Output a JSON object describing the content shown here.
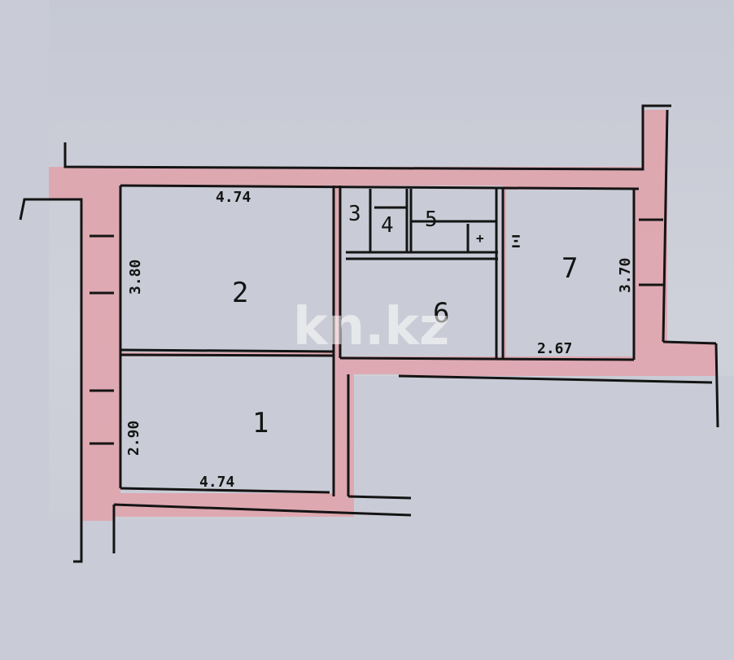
{
  "plan": {
    "rooms": [
      {
        "id": "1",
        "label": "1"
      },
      {
        "id": "2",
        "label": "2"
      },
      {
        "id": "3",
        "label": "3"
      },
      {
        "id": "4",
        "label": "4"
      },
      {
        "id": "5",
        "label": "5"
      },
      {
        "id": "6",
        "label": "6"
      },
      {
        "id": "7",
        "label": "7"
      }
    ],
    "dimensions": {
      "room2_width": "4.74",
      "room2_height": "3.80",
      "room1_width": "4.74",
      "room1_height": "2.90",
      "room7_width": "2.67",
      "room7_height": "3.70"
    },
    "symbols": {
      "plus": "+",
      "vent": "Ξ"
    },
    "watermark": "kn.kz",
    "colors": {
      "wall": "#e3a3ab",
      "line": "#141414",
      "paper": "#c9ccd6"
    }
  }
}
